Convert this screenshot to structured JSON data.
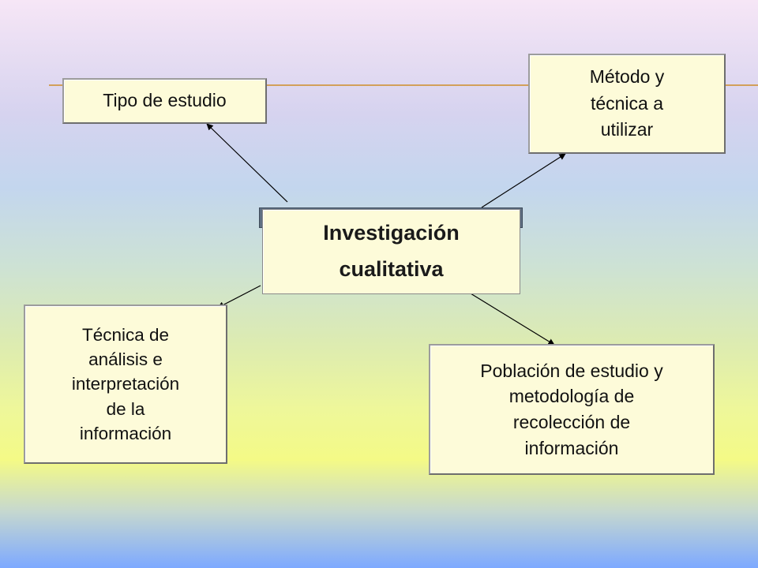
{
  "diagram": {
    "center": {
      "label": "Investigación\ncualitativa"
    },
    "nodes": [
      {
        "id": "tipo",
        "label": "Tipo de estudio"
      },
      {
        "id": "metodo",
        "label": "Método y\ntécnica a\nutilizar"
      },
      {
        "id": "tecnica",
        "label": "Técnica de\nanálisis e\ninterpretación\nde la\ninformación"
      },
      {
        "id": "poblacion",
        "label": "Población de estudio y\nmetodología de\nrecolección de\ninformación"
      }
    ],
    "edges": [
      {
        "from": "center",
        "to": "tipo"
      },
      {
        "from": "center",
        "to": "metodo"
      },
      {
        "from": "center",
        "to": "tecnica"
      },
      {
        "from": "center",
        "to": "poblacion"
      }
    ]
  },
  "colors": {
    "box_fill": "#fdfbd9",
    "box_border": "#9c9c9c",
    "center_header": "#5f6f82",
    "rule_line": "#d2a05a",
    "arrow": "#000000"
  }
}
